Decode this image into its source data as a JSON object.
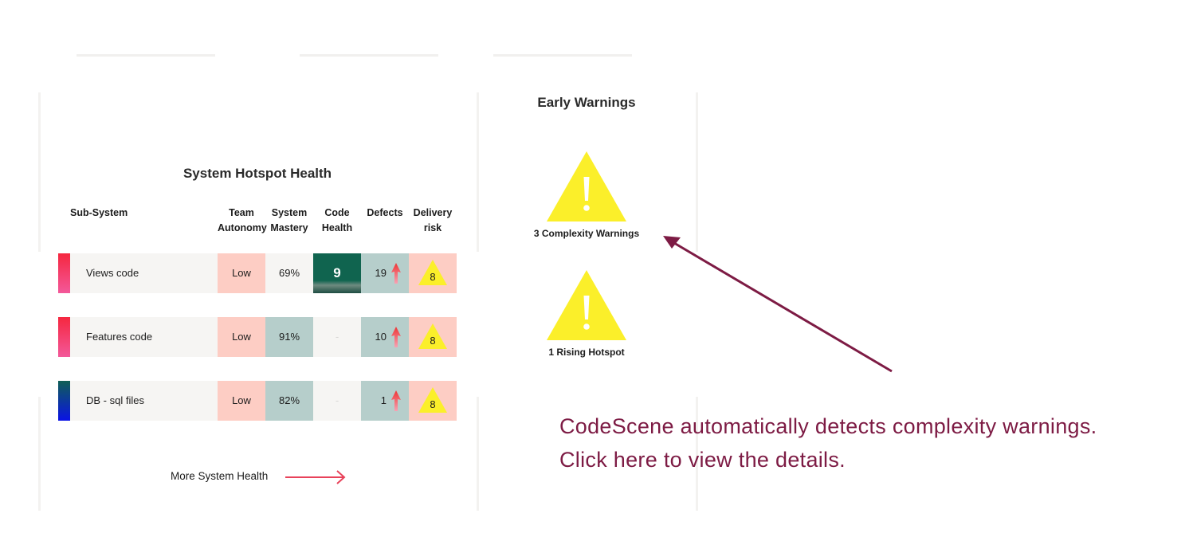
{
  "hotspot_panel": {
    "title": "System Hotspot Health",
    "columns": {
      "subsystem": "Sub-System",
      "team_autonomy": [
        "Team",
        "Autonomy"
      ],
      "system_mastery": [
        "System",
        "Mastery"
      ],
      "code_health": [
        "Code",
        "Health"
      ],
      "defects": "Defects",
      "delivery_risk": [
        "Delivery",
        "risk"
      ]
    },
    "rows": [
      {
        "name": "Views code",
        "team_autonomy": "Low",
        "system_mastery": "69%",
        "code_health": "9",
        "defects": "19",
        "delivery_risk": "8"
      },
      {
        "name": "Features code",
        "team_autonomy": "Low",
        "system_mastery": "91%",
        "code_health": "-",
        "defects": "10",
        "delivery_risk": "8"
      },
      {
        "name": "DB - sql files",
        "team_autonomy": "Low",
        "system_mastery": "82%",
        "code_health": "-",
        "defects": "1",
        "delivery_risk": "8"
      }
    ],
    "more_link": "More System Health"
  },
  "early_warnings": {
    "title": "Early Warnings",
    "items": [
      {
        "label": "3 Complexity Warnings",
        "icon": "warning-triangle-icon"
      },
      {
        "label": "1 Rising Hotspot",
        "icon": "warning-triangle-icon"
      }
    ]
  },
  "callout": {
    "line1": "CodeScene automatically detects complexity warnings.",
    "line2": "Click here to view the details."
  },
  "colors": {
    "accent_callout": "#7d1b44",
    "warning_yellow": "#fbef2a",
    "risk_pink": "#fdcdc4",
    "ok_teal": "#b6cecb",
    "code_health_green": "#10644f",
    "link_arrow": "#e8425a"
  }
}
